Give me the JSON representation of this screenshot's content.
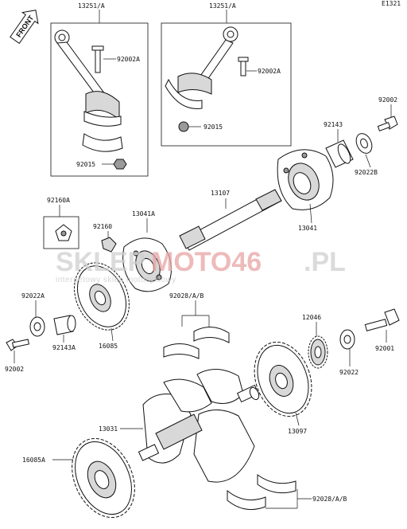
{
  "diagram_code": "E1321",
  "front_label": "FRONT",
  "watermark": {
    "text_part1": "SKLEP",
    "text_part2": "MOTO46",
    "text_part3": ".PL",
    "subtitle": "internetowy sklep motocyklowy",
    "color_gray": "#cfcfcf",
    "color_red": "#e8a3a3"
  },
  "labels": {
    "conrod_left": "13251/A",
    "conrod_right": "13251/A",
    "bolt_left": "92002A",
    "bolt_right": "92002A",
    "nut_left": "92015",
    "nut_right": "92015",
    "bolt_top_right": "92002",
    "spacer_top": "92143",
    "washer_top": "92022B",
    "shaft": "13107",
    "gear_13041": "13041",
    "gear_13041a": "13041A",
    "damper_92160a": "92160A",
    "damper_92160": "92160",
    "washer_92022a": "92022A",
    "spacer_92143a": "92143A",
    "bolt_left_bottom": "92002",
    "gear_16085": "16085",
    "bearings_upper": "92028/A/B",
    "sprocket_12046": "12046",
    "washer_92022": "92022",
    "bolt_92001": "92001",
    "sprocket_13097": "13097",
    "crankshaft": "13031",
    "gear_16085a": "16085A",
    "bearings_lower": "92028/A/B"
  }
}
